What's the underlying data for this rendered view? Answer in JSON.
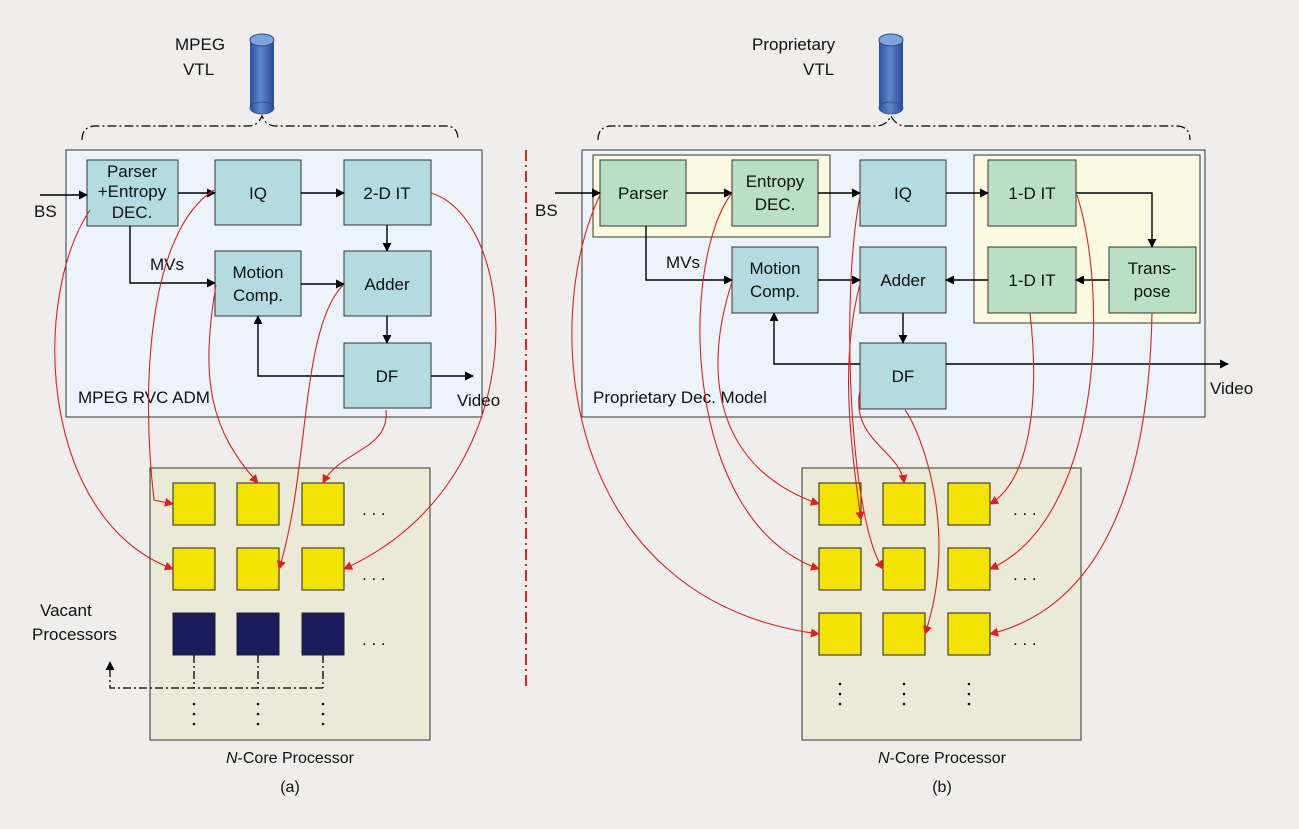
{
  "panel_a": {
    "vtl_label_line1": "MPEG",
    "vtl_label_line2": "VTL",
    "input_label": "BS",
    "mvs_label": "MVs",
    "model_label": "MPEG RVC ADM",
    "output_label": "Video",
    "blocks": {
      "parser_line1": "Parser",
      "parser_line2": "+Entropy",
      "parser_line3": "DEC.",
      "iq": "IQ",
      "it2d": "2-D IT",
      "motion_line1": "Motion",
      "motion_line2": "Comp.",
      "adder": "Adder",
      "df": "DF"
    },
    "vacant_line1": "Vacant",
    "vacant_line2": "Processors",
    "processor_prefix": "N",
    "processor_suffix": "-Core Processor",
    "caption": "(a)",
    "ellipsis": ". . ."
  },
  "panel_b": {
    "vtl_label_line1": "Proprietary",
    "vtl_label_line2": "VTL",
    "input_label": "BS",
    "mvs_label": "MVs",
    "model_label": "Proprietary Dec. Model",
    "output_label": "Video",
    "blocks": {
      "parser": "Parser",
      "entropy_line1": "Entropy",
      "entropy_line2": "DEC.",
      "iq": "IQ",
      "it1d_top": "1-D IT",
      "it1d_bottom": "1-D IT",
      "transpose_line1": "Trans-",
      "transpose_line2": "pose",
      "motion_line1": "Motion",
      "motion_line2": "Comp.",
      "adder": "Adder",
      "df": "DF"
    },
    "processor_prefix": "N",
    "processor_suffix": "-Core Processor",
    "caption": "(b)",
    "ellipsis": ". . ."
  },
  "colors": {
    "background": "#efeeec",
    "model_box": "#edf3fb",
    "block_blue": "#b3dbe0",
    "block_green": "#b9e0c6",
    "group_yellow": "#fbf9df",
    "core_active": "#f2e400",
    "core_vacant": "#1a1c5e",
    "processor_box": "#ebead8",
    "mapping_arrow": "#e0201c",
    "vtl_cylinder": "#3d63b2",
    "divider": "#d62a22"
  }
}
